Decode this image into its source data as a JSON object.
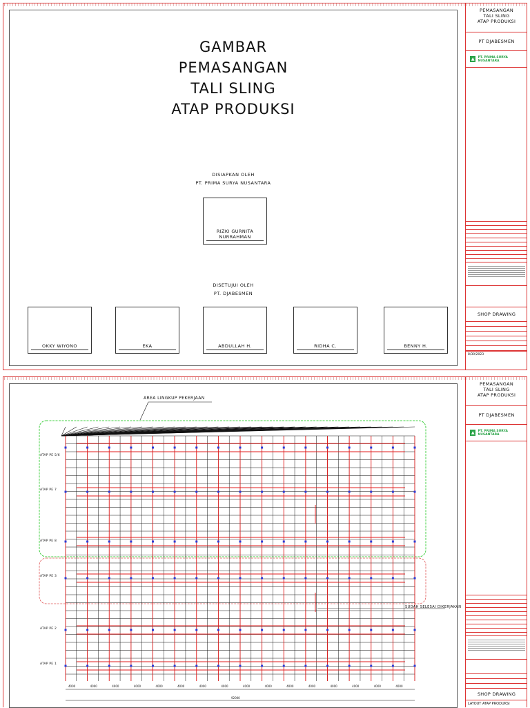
{
  "project": {
    "title_lines": [
      "PEMASANGAN",
      "TALI SLING",
      "ATAP PRODUKSI"
    ],
    "client": "PT DJABESMEN",
    "contractor": "PT. PRIMA SURYA NUSANTARA"
  },
  "cover": {
    "title_lines": [
      "GAMBAR",
      "PEMASANGAN",
      "TALI SLING",
      "ATAP PRODUKSI"
    ],
    "prepared_by_label": "DISIAPKAN OLEH",
    "prepared_by_company": "PT. PRIMA SURYA NUSANTARA",
    "preparer_name": "RIZKI GURNITA NURRAHMAN",
    "approved_by_label": "DISETUJUI OLEH",
    "approved_by_company": "PT. DJABESMEN",
    "approvers": [
      "OKKY WIYONO",
      "EKA",
      "ABDULLAH H.",
      "RIDHA C.",
      "BENNY H."
    ]
  },
  "sheet1_block": {
    "drawing_type": "SHOP DRAWING",
    "date": "8/30/2023"
  },
  "layout": {
    "area_label": "AREA LINGKUP PEKERJAAN",
    "done_label": "SUDAH SELESAI DIKERJAKAN",
    "row_labels": [
      "ATAP PE 5/6",
      "ATAP PE 7",
      "ATAP PE 8",
      "ATAP PE 3",
      "ATAP PE 2",
      "ATAP PE 1"
    ],
    "bay_dimension": "4000",
    "total_dimension": "92000",
    "drawing_type": "SHOP DRAWING",
    "sheet_title": "LAYOUT ATAP PRODUKSI"
  },
  "colors": {
    "border": "#dd3333",
    "grid_black": "#111111",
    "sling_red": "#e01b1b",
    "node_blue": "#2b3bd6",
    "scope_green": "#47d147",
    "done_red": "#e05555",
    "logo_green": "#2aa348"
  }
}
